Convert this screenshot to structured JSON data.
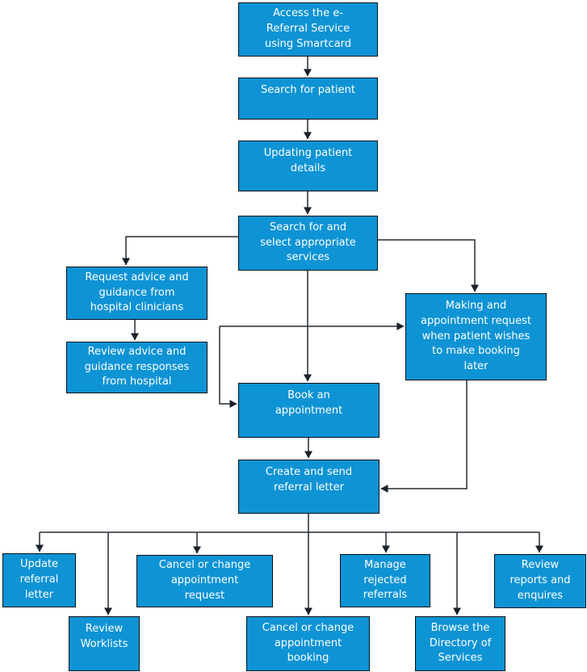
{
  "diagram": {
    "type": "flowchart",
    "colors": {
      "node_fill": "#0e93d4",
      "node_border": "#0b1014",
      "node_text": "#ffffff",
      "connector": "#232a33",
      "background": "#ffffff"
    },
    "nodes": [
      {
        "id": "access-ereferral",
        "label": "Access the e-\nReferral Service\nusing Smartcard"
      },
      {
        "id": "search-patient",
        "label": "Search for patient"
      },
      {
        "id": "updating-patient-details",
        "label": "Updating patient\ndetails"
      },
      {
        "id": "search-select-services",
        "label": "Search for and\nselect appropriate\nservices"
      },
      {
        "id": "request-advice",
        "label": "Request advice and\nguidance from\nhospital clinicians"
      },
      {
        "id": "review-advice",
        "label": "Review advice and\nguidance responses\nfrom hospital"
      },
      {
        "id": "making-appointment-request",
        "label": "Making and\nappointment request\nwhen patient wishes\nto make booking\nlater"
      },
      {
        "id": "book-appointment",
        "label": "Book an\nappointment"
      },
      {
        "id": "create-send-referral-letter",
        "label": "Create and send\nreferral letter"
      },
      {
        "id": "update-referral-letter",
        "label": "Update\nreferral\nletter"
      },
      {
        "id": "review-worklists",
        "label": "Review\nWorklists"
      },
      {
        "id": "cancel-change-appointment-request",
        "label": "Cancel or change\nappointment\nrequest"
      },
      {
        "id": "cancel-change-appointment-booking",
        "label": "Cancel or change\nappointment\nbooking"
      },
      {
        "id": "manage-rejected-referrals",
        "label": "Manage\nrejected\nreferrals"
      },
      {
        "id": "browse-directory-of-services",
        "label": "Browse the\nDirectory of\nServices"
      },
      {
        "id": "review-reports-enquires",
        "label": "Review\nreports and\nenquires"
      }
    ],
    "edges": [
      {
        "from": "access-ereferral",
        "to": "search-patient"
      },
      {
        "from": "search-patient",
        "to": "updating-patient-details"
      },
      {
        "from": "updating-patient-details",
        "to": "search-select-services"
      },
      {
        "from": "search-select-services",
        "to": "request-advice"
      },
      {
        "from": "request-advice",
        "to": "review-advice"
      },
      {
        "from": "search-select-services",
        "to": "making-appointment-request"
      },
      {
        "from": "search-select-services",
        "to": "book-appointment"
      },
      {
        "from": "branch-junction",
        "to": "making-appointment-request"
      },
      {
        "from": "branch-junction",
        "to": "book-appointment"
      },
      {
        "from": "book-appointment",
        "to": "create-send-referral-letter"
      },
      {
        "from": "making-appointment-request",
        "to": "create-send-referral-letter"
      },
      {
        "from": "create-send-referral-letter",
        "to": "update-referral-letter"
      },
      {
        "from": "create-send-referral-letter",
        "to": "review-worklists"
      },
      {
        "from": "create-send-referral-letter",
        "to": "cancel-change-appointment-request"
      },
      {
        "from": "create-send-referral-letter",
        "to": "cancel-change-appointment-booking"
      },
      {
        "from": "create-send-referral-letter",
        "to": "manage-rejected-referrals"
      },
      {
        "from": "create-send-referral-letter",
        "to": "browse-directory-of-services"
      },
      {
        "from": "create-send-referral-letter",
        "to": "review-reports-enquires"
      }
    ]
  }
}
